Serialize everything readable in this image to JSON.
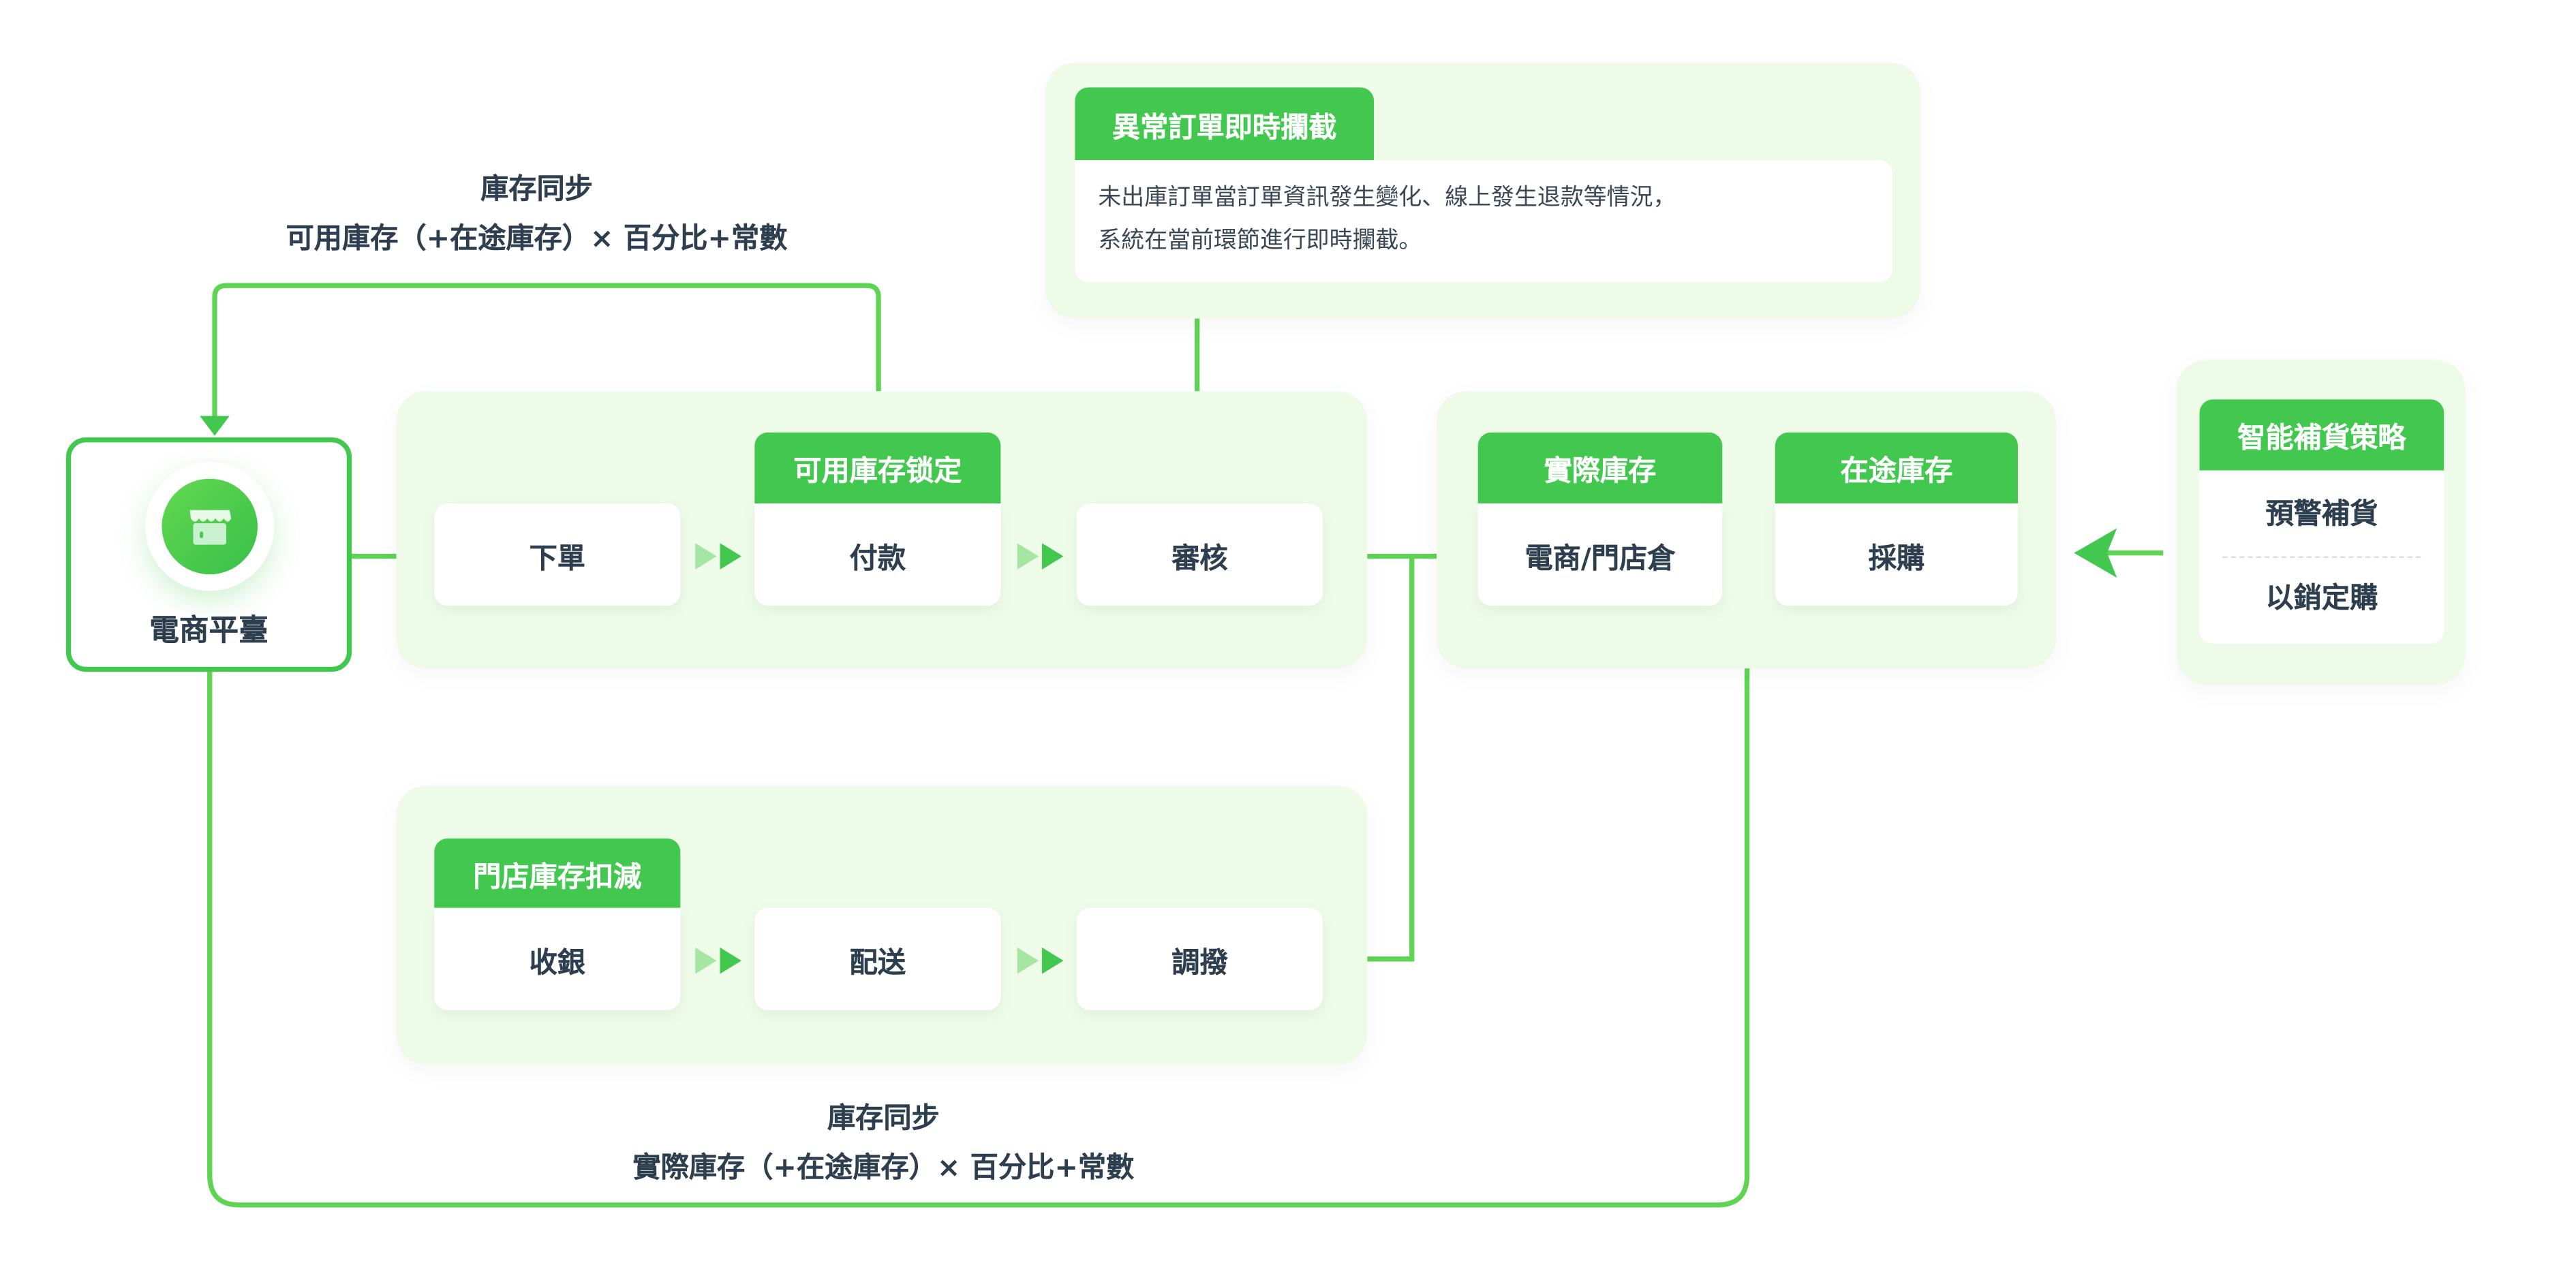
{
  "platform": {
    "label": "電商平臺",
    "icon": "store-icon"
  },
  "top_sync": {
    "title": "庫存同步",
    "formula": "可用庫存（+在途庫存）× 百分比+常數"
  },
  "bottom_sync": {
    "title": "庫存同步",
    "formula": "實際庫存（+在途庫存）× 百分比+常數"
  },
  "online_flow": {
    "lock_tag": "可用庫存锁定",
    "steps": [
      "下單",
      "付款",
      "審核"
    ]
  },
  "alert": {
    "title": "異常訂單即時攔截",
    "lines": [
      "未出庫訂單當訂單資訊發生變化、線上發生退款等情況，",
      "系統在當前環節進行即時攔截。"
    ]
  },
  "warehouse": {
    "actual_tag": "實際庫存",
    "actual_card": "電商/門店倉",
    "transit_tag": "在途庫存",
    "transit_card": "採購"
  },
  "strategy": {
    "title": "智能補貨策略",
    "items": [
      "預警補貨",
      "以銷定購"
    ]
  },
  "store_flow": {
    "tag": "門店庫存扣減",
    "steps": [
      "收銀",
      "配送",
      "調撥"
    ]
  },
  "colors": {
    "accent": "#42c84f",
    "group_bg": "#eefbe9",
    "text": "#2d3e4e"
  }
}
